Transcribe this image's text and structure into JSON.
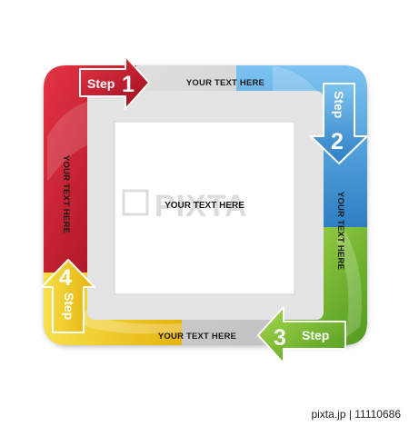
{
  "colors": {
    "step1": "#c8182a",
    "step2": "#3c93d6",
    "step3": "#6cb42c",
    "step4": "#f0c51a",
    "frame": "#c9c9c9",
    "inner_panel": "#ffffff"
  },
  "steps": [
    {
      "word": "Step",
      "number": "1",
      "color": "red"
    },
    {
      "word": "Step",
      "number": "2",
      "color": "blue"
    },
    {
      "word": "Step",
      "number": "3",
      "color": "green"
    },
    {
      "word": "Step",
      "number": "4",
      "color": "yellow"
    }
  ],
  "labels": {
    "top": "YOUR TEXT HERE",
    "right": "YOUR TEXT HERE",
    "bottom": "YOUR TEXT HERE",
    "left": "YOUR TEXT HERE",
    "center": "YOUR TEXT HERE"
  },
  "watermark": "PIXTA",
  "footer": "pixta.jp | 11110686"
}
